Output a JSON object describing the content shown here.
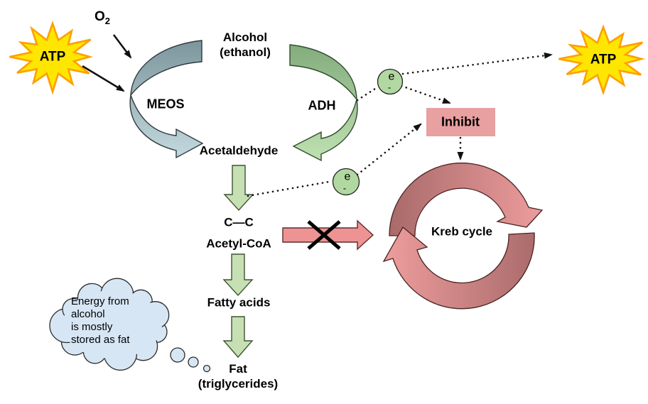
{
  "nodes": {
    "atp_left": "ATP",
    "atp_right": "ATP",
    "oxygen": "O",
    "oxygen_subscript": "2",
    "alcohol_line1": "Alcohol",
    "alcohol_line2": "(ethanol)",
    "meos": "MEOS",
    "adh": "ADH",
    "acetaldehyde": "Acetaldehyde",
    "carbon_bond": "C—C",
    "acetyl_coa": "Acetyl-CoA",
    "fatty_acids": "Fatty acids",
    "fat_line1": "Fat",
    "fat_line2": "(triglycerides)",
    "kreb_cycle": "Kreb cycle",
    "inhibit": "Inhibit",
    "electron": "e",
    "electron_charge": "-"
  },
  "thought_bubble": {
    "line1": "Energy from",
    "line2": "alcohol",
    "line3": "is mostly",
    "line4": "stored as fat"
  },
  "colors": {
    "atp_star_fill": "#ffe600",
    "atp_star_border": "#ff9f00",
    "meos_arrow_dark": "#7e979e",
    "meos_arrow_light": "#c0d6db",
    "adh_arrow_dark": "#83ac7d",
    "adh_arrow_light": "#bcdfae",
    "green_arrow": "#c6e0b4",
    "red_arrow": "#ee9393",
    "kreb_dark": "#a96a6a",
    "kreb_light": "#ee9d9d",
    "inhibit_box": "#e8a0a0",
    "electron_fill": "#b2d8a2",
    "cloud_fill": "#d7e6f4"
  }
}
